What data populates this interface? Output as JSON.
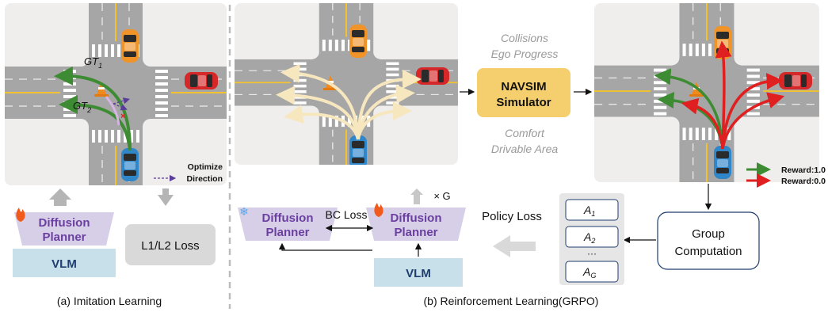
{
  "panel_a": {
    "gt1": "GT",
    "gt1_sub": "1",
    "gt2": "GT",
    "gt2_sub": "2",
    "optimize_line1": "Optimize",
    "optimize_line2": "Direction",
    "diffusion_line1": "Diffusion",
    "diffusion_line2": "Planner",
    "vlm": "VLM",
    "loss": "L1/L2 Loss",
    "caption": "(a) Imitation Learning"
  },
  "panel_b": {
    "metric1": "Collisions",
    "metric2": "Ego Progress",
    "metric3": "Comfort",
    "metric4": "Drivable Area",
    "sim_line1": "NAVSIM",
    "sim_line2": "Simulator",
    "reward_good": "Reward:1.0",
    "reward_bad": "Reward:0.0",
    "frozen_line1": "Diffusion",
    "frozen_line2": "Planner",
    "bc_loss": "BC Loss",
    "active_line1": "Diffusion",
    "active_line2": "Planner",
    "times_g": "× G",
    "vlm": "VLM",
    "policy_loss": "Policy Loss",
    "adv1": "A",
    "adv1_sub": "1",
    "adv2": "A",
    "adv2_sub": "2",
    "adv_dots": "···",
    "advg": "A",
    "advg_sub": "G",
    "group_line1": "Group",
    "group_line2": "Computation",
    "caption": "(b) Reinforcement Learning(GRPO)"
  },
  "colors": {
    "purple_text": "#6b3fa0",
    "trapezoid": "#d7cfe8",
    "vlm_box": "#c8e0ea",
    "vlm_text": "#1f3d6e",
    "simulator": "#f5cf6e",
    "gt_green": "#3d8b32",
    "bad_red": "#e02020",
    "sample_cream": "#f7e7bf"
  }
}
